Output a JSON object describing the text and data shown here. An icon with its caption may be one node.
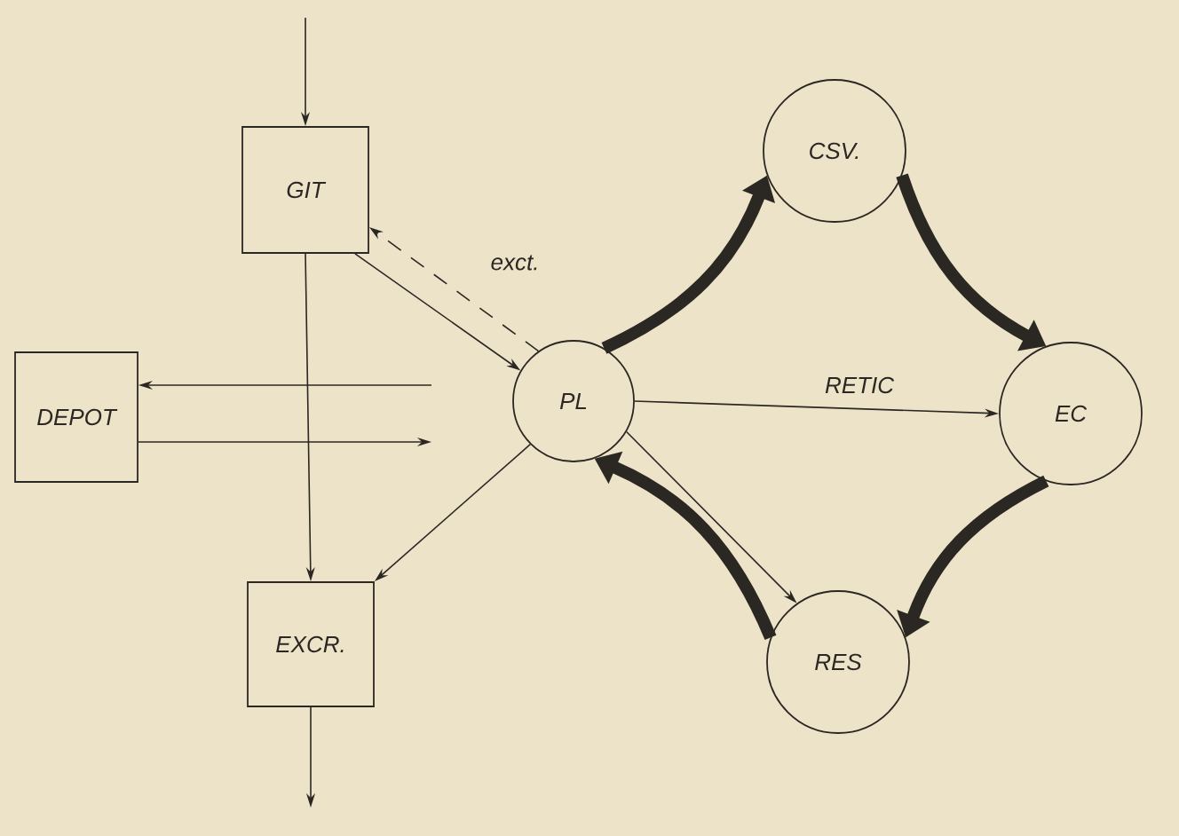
{
  "diagram": {
    "nodes": [
      {
        "text": [
          "GIT"
        ]
      },
      {
        "text": [
          "DEPOT"
        ]
      },
      {
        "text": [
          "EXCR."
        ]
      },
      {
        "text": [
          "PL"
        ]
      },
      {
        "text": [
          "CSV."
        ]
      },
      {
        "text": [
          "EC"
        ]
      },
      {
        "text": [
          "RES"
        ]
      }
    ],
    "edges": [
      {
        "from": null,
        "to": 0,
        "arrow": "to"
      },
      {
        "from": 0,
        "to": 2,
        "arrow": "to"
      },
      {
        "from": 2,
        "to": null,
        "arrow": "to"
      },
      {
        "from": null,
        "to": 1,
        "arrow": "to"
      },
      {
        "from": 1,
        "to": null,
        "arrow": "to"
      },
      {
        "from": 0,
        "to": 3,
        "arrow": "to"
      },
      {
        "from": 3,
        "to": 0,
        "arrow": "to",
        "style": "dashed",
        "label": "exct."
      },
      {
        "from": 3,
        "to": 2,
        "arrow": "to"
      },
      {
        "from": 3,
        "to": 5,
        "arrow": "to",
        "label": "RETIC"
      },
      {
        "from": 3,
        "to": 4,
        "arrow": "to",
        "style": "thick"
      },
      {
        "from": 4,
        "to": 5,
        "arrow": "to",
        "style": "thick"
      },
      {
        "from": 5,
        "to": 6,
        "arrow": "to",
        "style": "thick"
      },
      {
        "from": 6,
        "to": 3,
        "arrow": "to",
        "style": "thick"
      },
      {
        "from": 3,
        "to": 6,
        "arrow": "to"
      }
    ]
  }
}
